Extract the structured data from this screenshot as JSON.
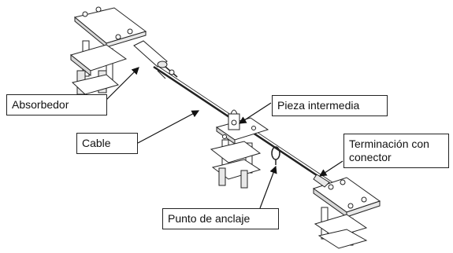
{
  "labels": {
    "absorbedor": "Absorbedor",
    "cable": "Cable",
    "pieza_intermedia": "Pieza intermedia",
    "terminacion_line1": "Terminación con",
    "terminacion_line2": "conector",
    "punto_anclaje": "Punto de anclaje"
  },
  "colors": {
    "stroke": "#222222",
    "fill": "#ffffff",
    "shade": "#d8d8d8"
  }
}
